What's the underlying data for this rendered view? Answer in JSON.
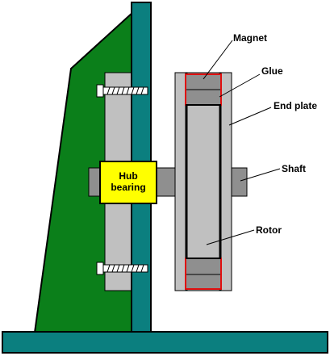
{
  "labels": {
    "magnet": "Magnet",
    "glue": "Glue",
    "end_plate": "End plate",
    "shaft": "Shaft",
    "rotor": "Rotor",
    "hub_line1": "Hub",
    "hub_line2": "bearing"
  },
  "colors": {
    "base": "#0b7f7f",
    "support": "#0b7f1a",
    "steel": "#c0c0c0",
    "magnet": "#8f8f8f",
    "glue": "#e01010",
    "hub": "#ffff00",
    "outline": "#000000"
  }
}
